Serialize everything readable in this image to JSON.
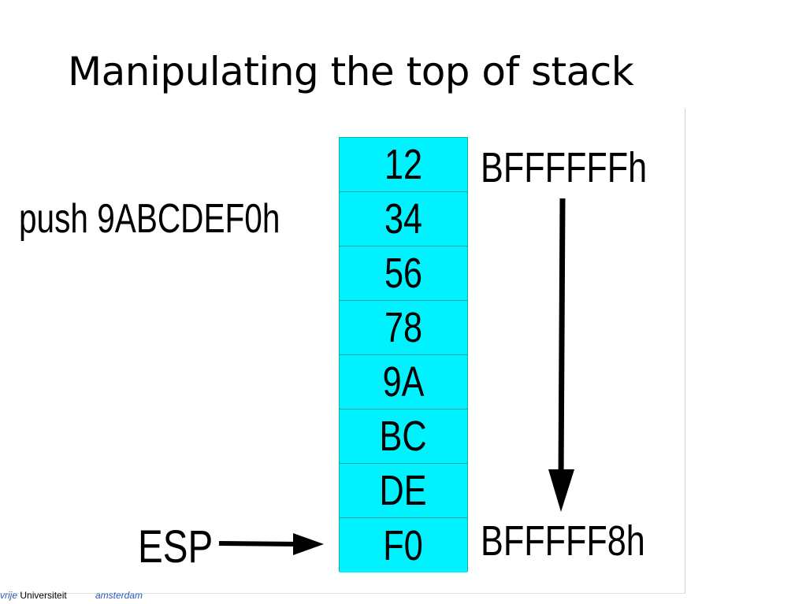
{
  "slide": {
    "title": "Manipulating the top of stack",
    "instruction": "push 9ABCDEF0h",
    "pointer_label": "ESP",
    "address_top": "BFFFFFFh",
    "address_bottom": "BFFFFF8h"
  },
  "stack": {
    "cells": [
      "12",
      "34",
      "56",
      "78",
      "9A",
      "BC",
      "DE",
      "F0"
    ],
    "fill_color": "#00f2ff"
  },
  "footer": {
    "brand_prefix": "vrije",
    "brand_name": "Universiteit",
    "brand_city": "amsterdam"
  }
}
